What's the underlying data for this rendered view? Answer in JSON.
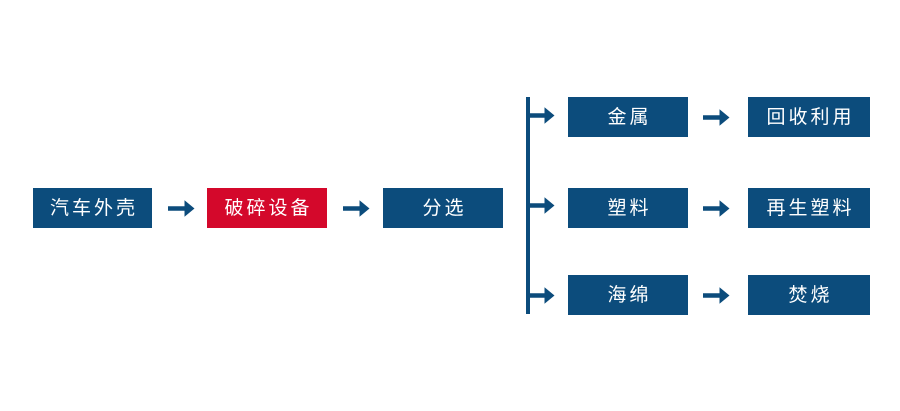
{
  "diagram": {
    "type": "flowchart",
    "title": "",
    "background_color": "#ffffff",
    "palette": {
      "node_blue": "#0c4c7c",
      "node_red": "#d4082b",
      "node_text": "#ffffff",
      "connector": "#0c4c7c"
    },
    "main_chain": {
      "nodes": [
        {
          "id": "car-shell",
          "label": "汽车外壳",
          "color": "blue"
        },
        {
          "id": "crushing-equipment",
          "label": "破碎设备",
          "color": "red"
        },
        {
          "id": "sorting",
          "label": "分选",
          "color": "blue"
        }
      ],
      "connector_icons": [
        "arrow-right-icon",
        "arrow-right-icon"
      ]
    },
    "branches": [
      {
        "id": "metal",
        "branch_icon": "arrow-right-icon",
        "material": {
          "id": "metal-node",
          "label": "金属",
          "color": "blue"
        },
        "connector_icon": "arrow-right-icon",
        "outcome": {
          "id": "recycle-node",
          "label": "回收利用",
          "color": "blue"
        }
      },
      {
        "id": "plastic",
        "branch_icon": "arrow-right-icon",
        "material": {
          "id": "plastic-node",
          "label": "塑料",
          "color": "blue"
        },
        "connector_icon": "arrow-right-icon",
        "outcome": {
          "id": "regenerated-plastic-node",
          "label": "再生塑料",
          "color": "blue"
        }
      },
      {
        "id": "sponge",
        "branch_icon": "arrow-right-icon",
        "material": {
          "id": "sponge-node",
          "label": "海绵",
          "color": "blue"
        },
        "connector_icon": "arrow-right-icon",
        "outcome": {
          "id": "incineration-node",
          "label": "焚烧",
          "color": "blue"
        }
      }
    ],
    "splitter": {
      "id": "branch-splitter",
      "icon": "vertical-connector-line"
    }
  }
}
